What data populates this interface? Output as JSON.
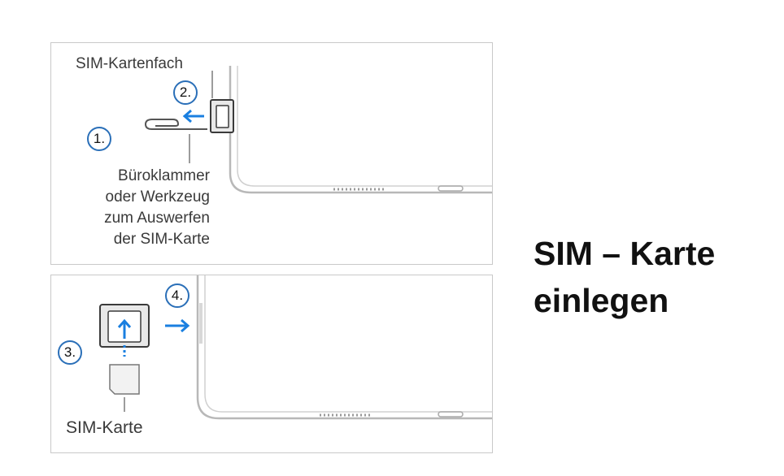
{
  "panels": {
    "remove": {
      "tray_label": "SIM-Kartenfach",
      "step1": "1.",
      "step2": "2.",
      "tool_label": [
        "Büroklammer",
        "oder Werkzeug",
        "zum Auswerfen",
        "der SIM-Karte"
      ]
    },
    "insert": {
      "step3": "3.",
      "step4": "4.",
      "card_label": "SIM-Karte"
    }
  },
  "title": {
    "line1": "SIM – Karte",
    "line2": "einlegen"
  },
  "colors": {
    "arrow": "#1a7fe0",
    "circle": "#2a6fb8",
    "device": "#b8b8b8",
    "text": "#3a3a3a"
  }
}
